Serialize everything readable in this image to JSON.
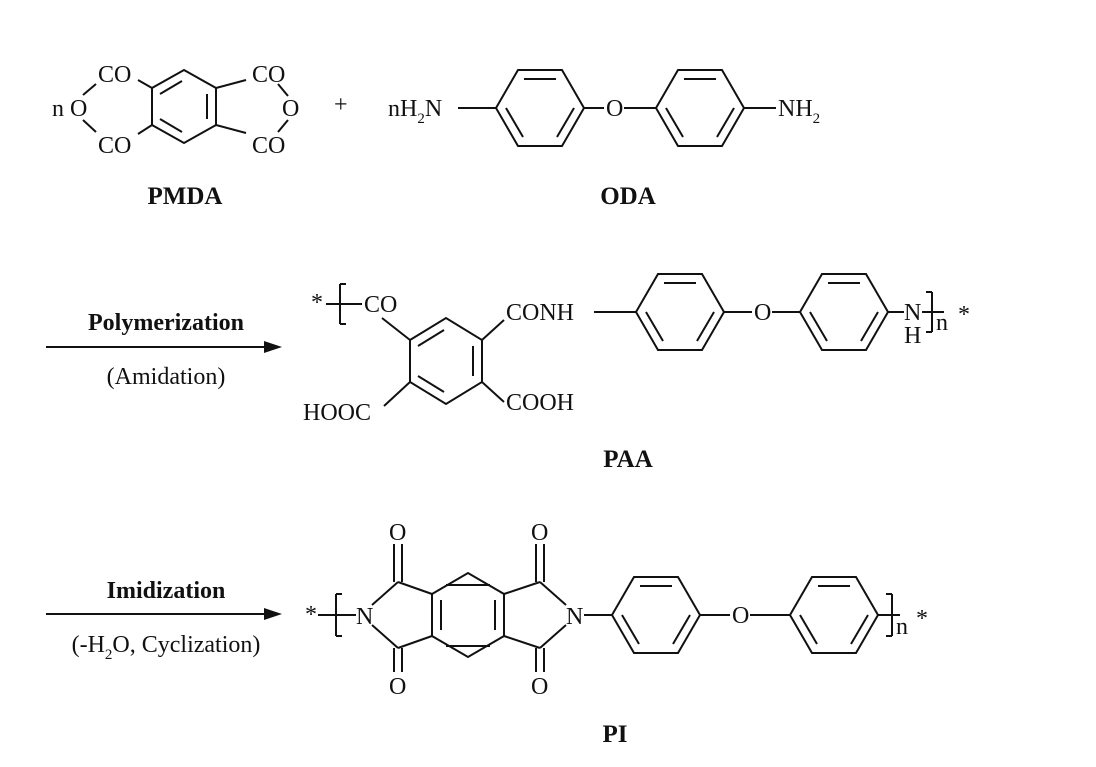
{
  "reactants": {
    "pmda": {
      "name": "PMDA",
      "prefix": "n",
      "anhydride_o": "O",
      "carbonyl": "CO"
    },
    "plus": "+",
    "oda": {
      "name": "ODA",
      "left_group": "nH",
      "left_sub": "2",
      "left_n": "N",
      "ether_o": "O",
      "right_group": "NH",
      "right_sub": "2"
    }
  },
  "step1": {
    "label": "Polymerization",
    "condition": "(Amidation)"
  },
  "paa": {
    "name": "PAA",
    "end_mark": "*",
    "co_group": "CO",
    "conh_group": "CONH",
    "ether_o": "O",
    "nh_n": "N",
    "nh_h": "H",
    "repeat": "n",
    "hooc_group": "HOOC",
    "cooh_group": "COOH"
  },
  "step2": {
    "label": "Imidization",
    "condition_pre": "(-H",
    "condition_sub": "2",
    "condition_post": "O, Cyclization)"
  },
  "pi": {
    "name": "PI",
    "end_mark": "*",
    "imide_n": "N",
    "carbonyl_o": "O",
    "ether_o": "O",
    "repeat": "n"
  }
}
